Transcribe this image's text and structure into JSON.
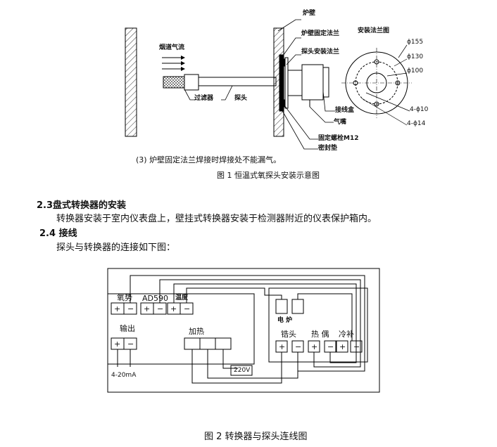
{
  "fig1": {
    "labels": {
      "furnace_wall": "炉壁",
      "wall_flange": "炉壁固定法兰",
      "probe_flange": "探头安装法兰",
      "flange_diagram": "安装法兰图",
      "flue_gas": "烟道气流",
      "filter": "过滤器",
      "probe": "探头",
      "junction_box": "接线盒",
      "gas_nozzle": "气嘴",
      "bolt": "固定螺栓M12",
      "gasket": "密封垫"
    },
    "dims": [
      "ϕ155",
      "ϕ130",
      "ϕ100",
      "4-ϕ10",
      "4-ϕ14"
    ],
    "note": "(3)  炉壁固定法兰焊接时焊接处不能漏气。",
    "caption": "图 1      恒温式氧探头安装示意图"
  },
  "sections": [
    {
      "number": "2.3",
      "title": "盘式转换器的安装",
      "body": "转换器安装于室内仪表盘上，壁挂式转换器安装于检测器附近的仪表保护箱内。"
    },
    {
      "number": "2.4",
      "title": "接线",
      "body": "探头与转换器的连接如下图："
    }
  ],
  "fig2": {
    "left_box": {
      "oxygen": "氧势",
      "ad590": "AD590",
      "temperature": "温度",
      "output": "输出",
      "heating": "加热",
      "current": "4-20mA",
      "voltage": "220V"
    },
    "right_box": {
      "furnace": "电 炉",
      "zirconia": "锆头",
      "thermocouple": "热 偶",
      "cold_junction": "冷补"
    },
    "plus": "+",
    "minus": "−",
    "caption": "图 2      转换器与探头连线图"
  }
}
